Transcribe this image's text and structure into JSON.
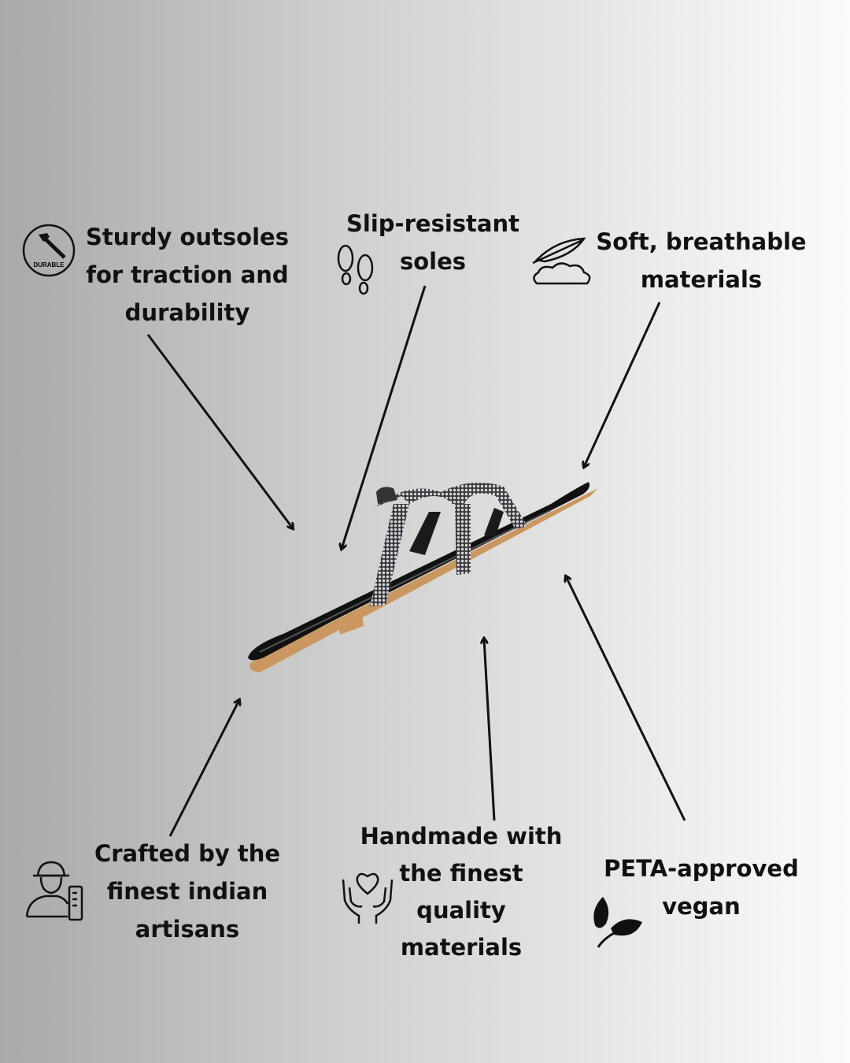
{
  "features": [
    {
      "id": "durable",
      "icon": "hammer-durable-icon",
      "icon_text": "DURABLE",
      "lines": [
        "Sturdy outsoles",
        "for traction and",
        "durability"
      ]
    },
    {
      "id": "slip",
      "icon": "footprints-icon",
      "lines": [
        "Slip-resistant",
        "soles"
      ]
    },
    {
      "id": "soft",
      "icon": "feather-cloud-icon",
      "lines": [
        "Soft, breathable",
        "materials"
      ]
    },
    {
      "id": "artisan",
      "icon": "artisan-worker-icon",
      "lines": [
        "Crafted by the",
        "finest indian",
        "artisans"
      ]
    },
    {
      "id": "handmade",
      "icon": "hands-heart-icon",
      "lines": [
        "Handmade with",
        "the finest",
        "quality",
        "materials"
      ]
    },
    {
      "id": "vegan",
      "icon": "leaf-icon",
      "lines": [
        "PETA-approved",
        "vegan"
      ]
    }
  ],
  "colors": {
    "text": "#111111",
    "sole": "#c9975f",
    "strap": "#2a2a2a"
  }
}
